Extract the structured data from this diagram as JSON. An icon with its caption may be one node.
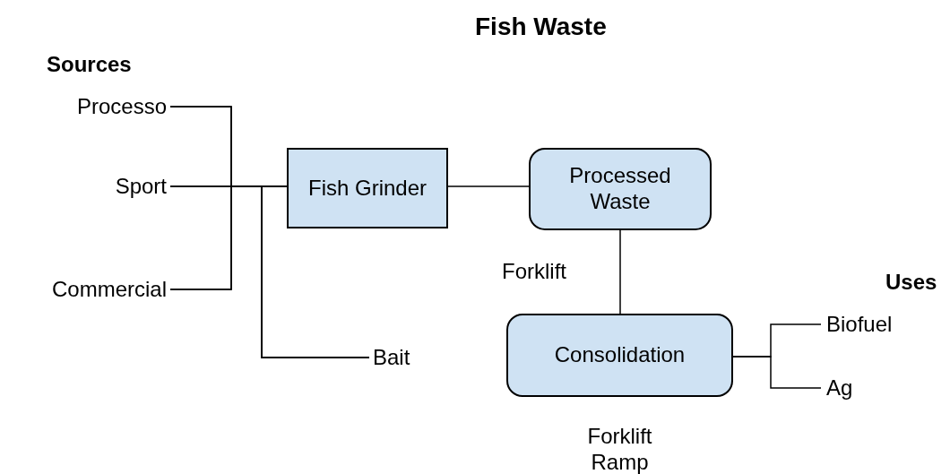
{
  "diagram": {
    "title": "Fish Waste",
    "nodes": [
      {
        "text": [
          "Processo"
        ]
      },
      {
        "text": [
          "Sport"
        ]
      },
      {
        "text": [
          "Commercial"
        ]
      },
      {
        "text": [
          "Fish Grinder"
        ]
      },
      {
        "text": [
          "Bait"
        ]
      },
      {
        "text": [
          "Processed Waste"
        ]
      },
      {
        "text": [
          "Consolidation"
        ],
        "beside": [
          "Forklift Ramp"
        ]
      },
      {
        "text": [
          "Biofuel"
        ]
      },
      {
        "text": [
          "Ag"
        ]
      }
    ],
    "edges": [
      {
        "from": 0,
        "to": 3,
        "arrow": "none"
      },
      {
        "from": 1,
        "to": 3,
        "arrow": "none"
      },
      {
        "from": 2,
        "to": 3,
        "arrow": "none"
      },
      {
        "from": 0,
        "to": 4,
        "arrow": "none"
      },
      {
        "from": 1,
        "to": 4,
        "arrow": "none"
      },
      {
        "from": 2,
        "to": 4,
        "arrow": "none"
      },
      {
        "from": 3,
        "to": 5,
        "arrow": "none"
      },
      {
        "from": 5,
        "to": 6,
        "label": "Forklift",
        "arrow": "none"
      },
      {
        "from": 6,
        "to": 7,
        "arrow": "none"
      },
      {
        "from": 6,
        "to": 8,
        "arrow": "none"
      }
    ],
    "labels": [
      "Sources",
      "Uses"
    ]
  }
}
